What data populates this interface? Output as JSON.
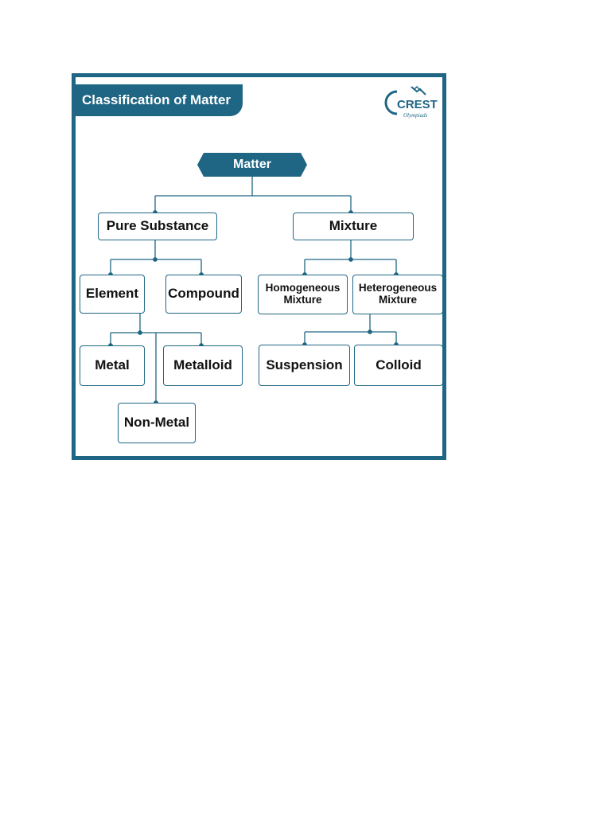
{
  "banner": {
    "title": "Classification of Matter"
  },
  "logo": {
    "text": "CREST",
    "tagline": "Olympiads"
  },
  "colors": {
    "accent": "#1f6684",
    "node_border": "#1f6684",
    "text": "#111111"
  },
  "nodes": {
    "matter": "Matter",
    "pure_substance": "Pure Substance",
    "mixture": "Mixture",
    "element": "Element",
    "compound": "Compound",
    "homogeneous_mixture": "Homogeneous Mixture",
    "heterogeneous_mixture": "Heterogeneous Mixture",
    "metal": "Metal",
    "metalloid": "Metalloid",
    "non_metal": "Non-Metal",
    "suspension": "Suspension",
    "colloid": "Colloid"
  }
}
